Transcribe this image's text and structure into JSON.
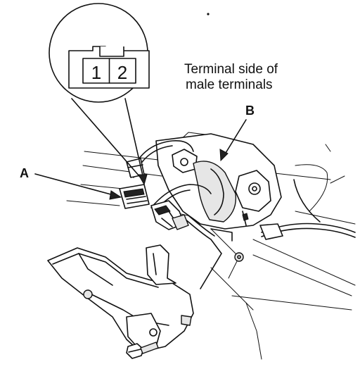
{
  "connector": {
    "pins": [
      "1",
      "2"
    ]
  },
  "caption": {
    "line1": "Terminal side of",
    "line2": "male terminals"
  },
  "callouts": {
    "a": "A",
    "b": "B"
  }
}
